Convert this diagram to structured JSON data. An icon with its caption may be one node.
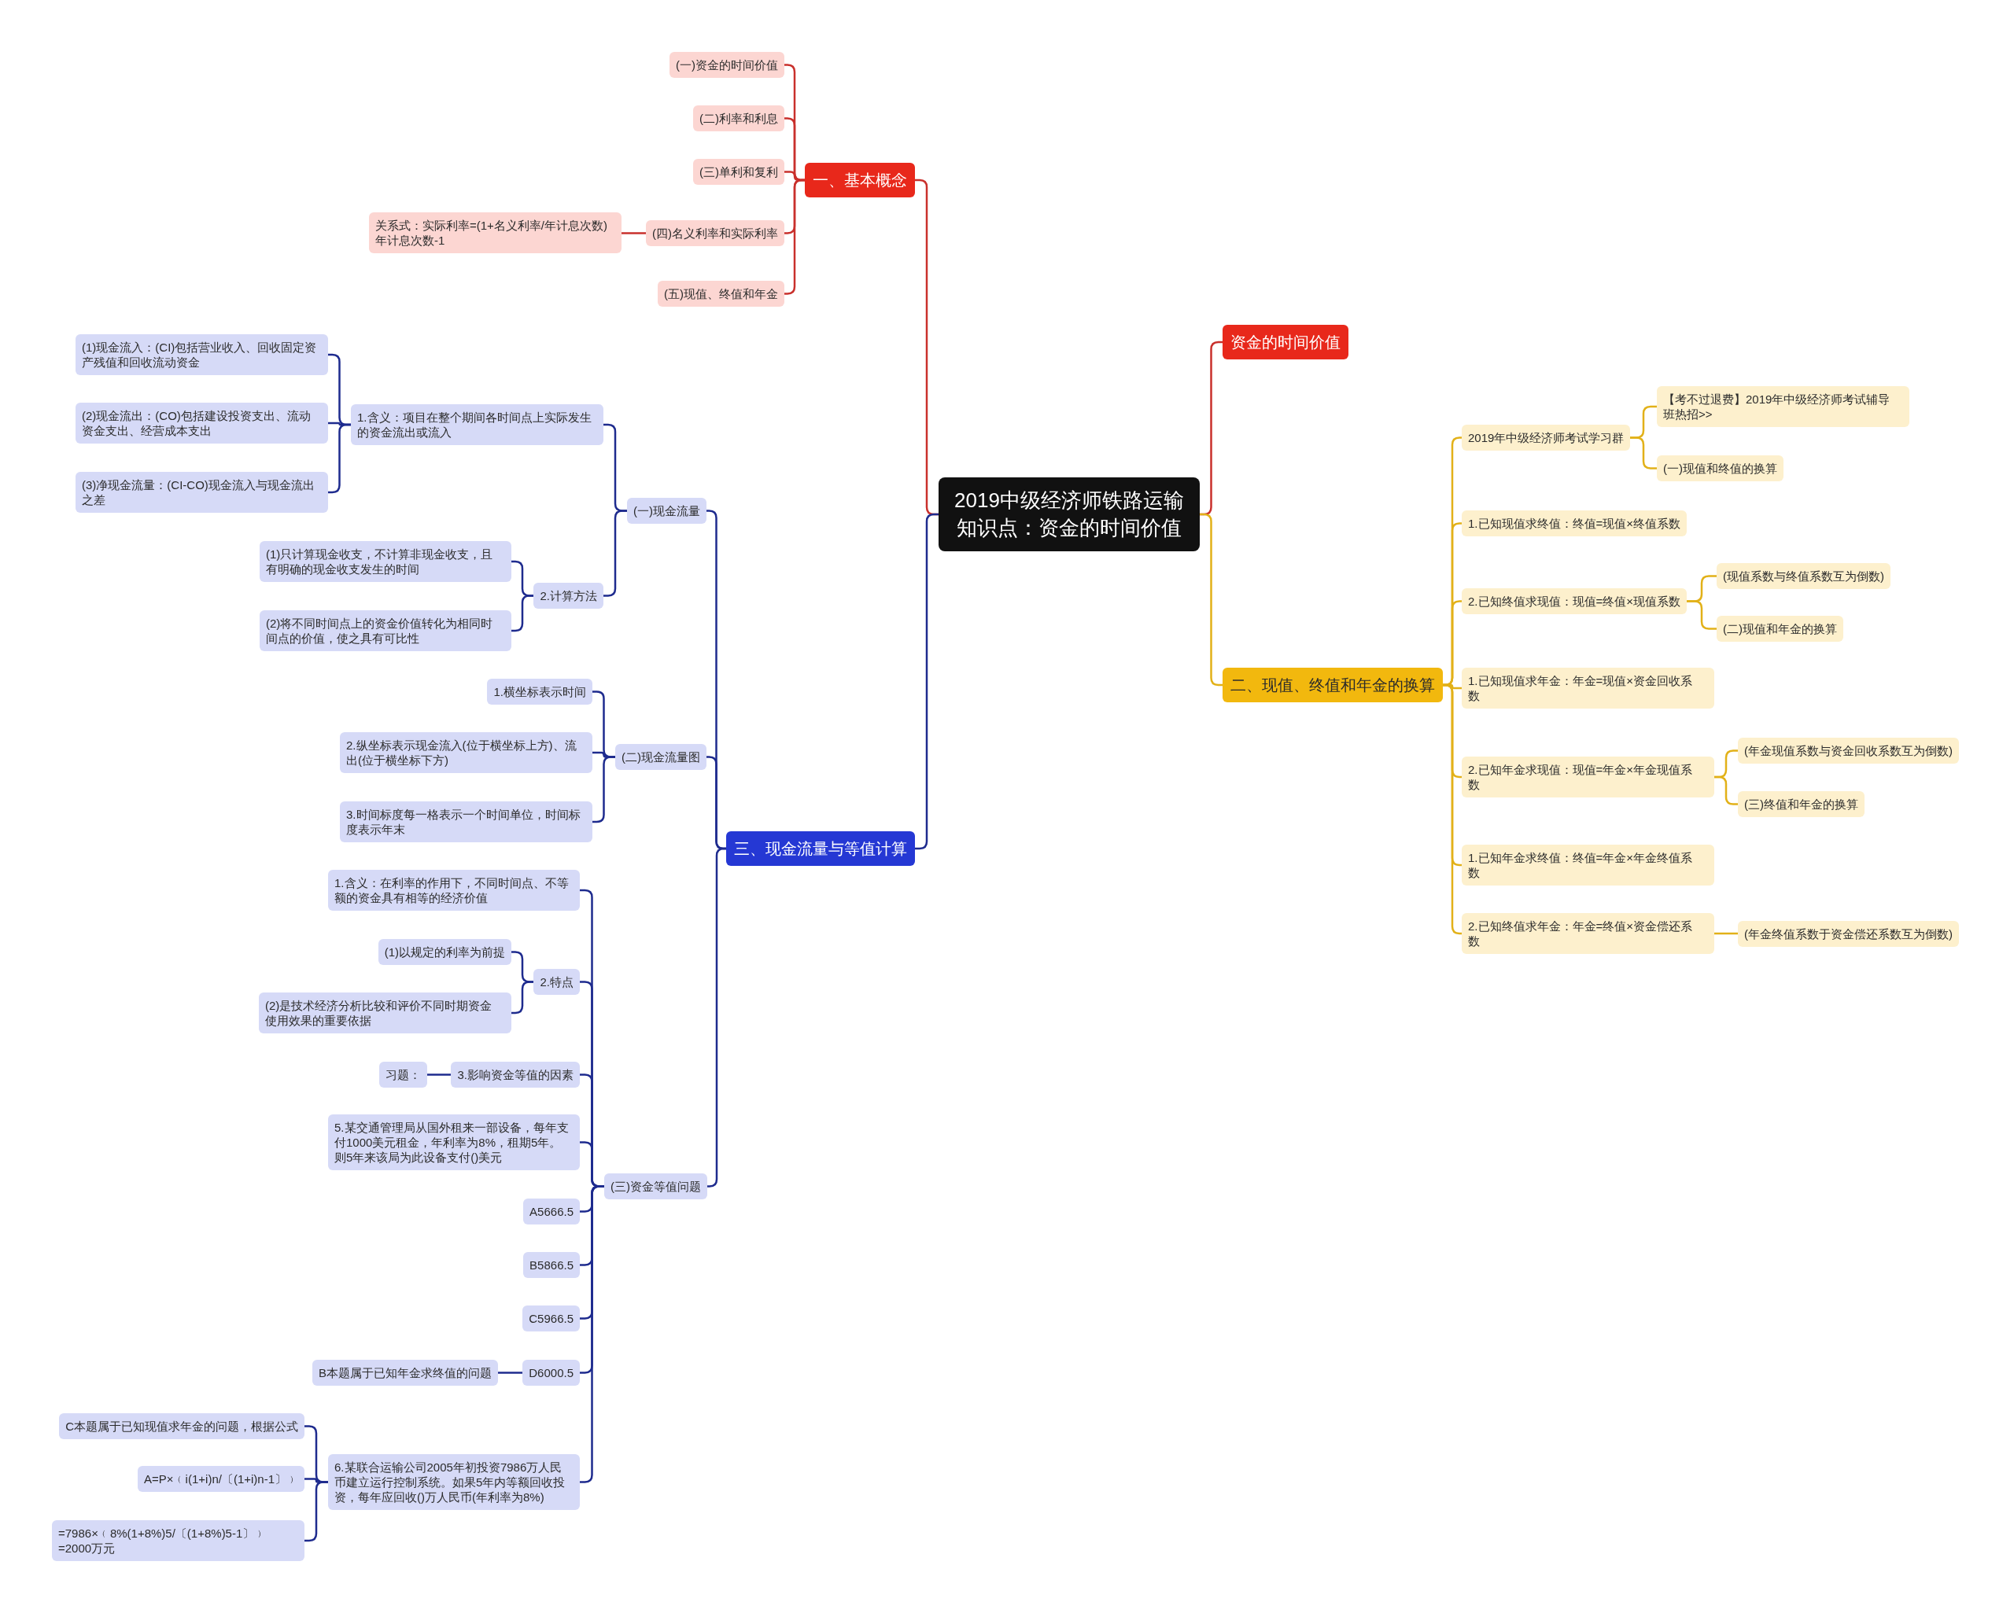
{
  "diagram": {
    "nodes": [
      {
        "text": [
          "2019中级经济师铁路运输知识点：资金的时间价值"
        ]
      },
      {
        "text": [
          "一、基本概念"
        ]
      },
      {
        "text": [
          "(一)资金的时间价值"
        ]
      },
      {
        "text": [
          "(二)利率和利息"
        ]
      },
      {
        "text": [
          "(三)单利和复利"
        ]
      },
      {
        "text": [
          "(四)名义利率和实际利率"
        ]
      },
      {
        "text": [
          "关系式：实际利率=(1+名义利率/年计息次数)年计息次数-1"
        ]
      },
      {
        "text": [
          "(五)现值、终值和年金"
        ]
      },
      {
        "text": [
          "三、现金流量与等值计算"
        ]
      },
      {
        "text": [
          "(一)现金流量"
        ]
      },
      {
        "text": [
          "1.含义：项目在整个期间各时间点上实际发生的资金流出或流入"
        ]
      },
      {
        "text": [
          "(1)现金流入：(CI)包括营业收入、回收固定资产残值和回收流动资金"
        ]
      },
      {
        "text": [
          "(2)现金流出：(CO)包括建设投资支出、流动资金支出、经营成本支出"
        ]
      },
      {
        "text": [
          "(3)净现金流量：(CI-CO)现金流入与现金流出之差"
        ]
      },
      {
        "text": [
          "2.计算方法"
        ]
      },
      {
        "text": [
          "(1)只计算现金收支，不计算非现金收支，且有明确的现金收支发生的时间"
        ]
      },
      {
        "text": [
          "(2)将不同时间点上的资金价值转化为相同时间点的价值，使之具有可比性"
        ]
      },
      {
        "text": [
          "(二)现金流量图"
        ]
      },
      {
        "text": [
          "1.横坐标表示时间"
        ]
      },
      {
        "text": [
          "2.纵坐标表示现金流入(位于横坐标上方)、流出(位于横坐标下方)"
        ]
      },
      {
        "text": [
          "3.时间标度每一格表示一个时间单位，时间标度表示年末"
        ]
      },
      {
        "text": [
          "(三)资金等值问题"
        ]
      },
      {
        "text": [
          "1.含义：在利率的作用下，不同时间点、不等额的资金具有相等的经济价值"
        ]
      },
      {
        "text": [
          "2.特点"
        ]
      },
      {
        "text": [
          "(1)以规定的利率为前提"
        ]
      },
      {
        "text": [
          "(2)是技术经济分析比较和评价不同时期资金使用效果的重要依据"
        ]
      },
      {
        "text": [
          "3.影响资金等值的因素"
        ]
      },
      {
        "text": [
          "习题："
        ]
      },
      {
        "text": [
          "5.某交通管理局从国外租来一部设备，每年支付1000美元租金，年利率为8%，租期5年。则5年来该局为此设备支付()美元"
        ]
      },
      {
        "text": [
          "A5666.5"
        ]
      },
      {
        "text": [
          "B5866.5"
        ]
      },
      {
        "text": [
          "C5966.5"
        ]
      },
      {
        "text": [
          "D6000.5"
        ]
      },
      {
        "text": [
          "B本题属于已知年金求终值的问题"
        ]
      },
      {
        "text": [
          "6.某联合运输公司2005年初投资7986万人民币建立运行控制系统。如果5年内等额回收投资，每年应回收()万人民币(年利率为8%)"
        ]
      },
      {
        "text": [
          "C本题属于已知现值求年金的问题，根据公式"
        ]
      },
      {
        "text": [
          "A=P×﹙i(1+i)n/〔(1+i)n-1〕﹚"
        ]
      },
      {
        "text": [
          "=7986×﹙8%(1+8%)5/〔(1+8%)5-1〕﹚=2000万元"
        ]
      },
      {
        "text": [
          "资金的时间价值"
        ]
      },
      {
        "text": [
          "二、现值、终值和年金的换算"
        ]
      },
      {
        "text": [
          "2019年中级经济师考试学习群"
        ]
      },
      {
        "text": [
          "【考不过退费】2019年中级经济师考试辅导班热招>>"
        ]
      },
      {
        "text": [
          "(一)现值和终值的换算"
        ]
      },
      {
        "text": [
          "1.已知现值求终值：终值=现值×终值系数"
        ]
      },
      {
        "text": [
          "2.已知终值求现值：现值=终值×现值系数"
        ]
      },
      {
        "text": [
          "(现值系数与终值系数互为倒数)"
        ]
      },
      {
        "text": [
          "(二)现值和年金的换算"
        ]
      },
      {
        "text": [
          "1.已知现值求年金：年金=现值×资金回收系数"
        ]
      },
      {
        "text": [
          "2.已知年金求现值：现值=年金×年金现值系数"
        ]
      },
      {
        "text": [
          "(年金现值系数与资金回收系数互为倒数)"
        ]
      },
      {
        "text": [
          "(三)终值和年金的换算"
        ]
      },
      {
        "text": [
          "1.已知年金求终值：终值=年金×年金终值系数"
        ]
      },
      {
        "text": [
          "2.已知终值求年金：年金=终值×资金偿还系数"
        ]
      },
      {
        "text": [
          "(年金终值系数于资金偿还系数互为倒数)"
        ]
      }
    ],
    "edges": [
      {
        "from": 0,
        "to": 1,
        "arrow": "none",
        "color": "#c9302c"
      },
      {
        "from": 1,
        "to": 2,
        "arrow": "none",
        "color": "#c9302c"
      },
      {
        "from": 1,
        "to": 3,
        "arrow": "none",
        "color": "#c9302c"
      },
      {
        "from": 1,
        "to": 4,
        "arrow": "none",
        "color": "#c9302c"
      },
      {
        "from": 1,
        "to": 5,
        "arrow": "none",
        "color": "#c9302c"
      },
      {
        "from": 5,
        "to": 6,
        "arrow": "none",
        "color": "#c9302c"
      },
      {
        "from": 1,
        "to": 7,
        "arrow": "none",
        "color": "#c9302c"
      },
      {
        "from": 0,
        "to": 8,
        "arrow": "none"
      },
      {
        "from": 8,
        "to": 9,
        "arrow": "none"
      },
      {
        "from": 9,
        "to": 10,
        "arrow": "none"
      },
      {
        "from": 10,
        "to": 11,
        "arrow": "none"
      },
      {
        "from": 10,
        "to": 12,
        "arrow": "none"
      },
      {
        "from": 10,
        "to": 13,
        "arrow": "none"
      },
      {
        "from": 9,
        "to": 14,
        "arrow": "none"
      },
      {
        "from": 14,
        "to": 15,
        "arrow": "none"
      },
      {
        "from": 14,
        "to": 16,
        "arrow": "none"
      },
      {
        "from": 8,
        "to": 17,
        "arrow": "none"
      },
      {
        "from": 17,
        "to": 18,
        "arrow": "none"
      },
      {
        "from": 17,
        "to": 19,
        "arrow": "none"
      },
      {
        "from": 17,
        "to": 20,
        "arrow": "none"
      },
      {
        "from": 8,
        "to": 21,
        "arrow": "none"
      },
      {
        "from": 21,
        "to": 22,
        "arrow": "none"
      },
      {
        "from": 21,
        "to": 23,
        "arrow": "none"
      },
      {
        "from": 23,
        "to": 24,
        "arrow": "none"
      },
      {
        "from": 23,
        "to": 25,
        "arrow": "none"
      },
      {
        "from": 21,
        "to": 26,
        "arrow": "none"
      },
      {
        "from": 26,
        "to": 27,
        "arrow": "none"
      },
      {
        "from": 21,
        "to": 28,
        "arrow": "none"
      },
      {
        "from": 21,
        "to": 29,
        "arrow": "none"
      },
      {
        "from": 21,
        "to": 30,
        "arrow": "none"
      },
      {
        "from": 21,
        "to": 31,
        "arrow": "none"
      },
      {
        "from": 21,
        "to": 32,
        "arrow": "none"
      },
      {
        "from": 32,
        "to": 33,
        "arrow": "none"
      },
      {
        "from": 21,
        "to": 34,
        "arrow": "none"
      },
      {
        "from": 34,
        "to": 35,
        "arrow": "none"
      },
      {
        "from": 34,
        "to": 36,
        "arrow": "none"
      },
      {
        "from": 34,
        "to": 37,
        "arrow": "none"
      },
      {
        "from": 0,
        "to": 38,
        "arrow": "none",
        "color": "#c9302c"
      },
      {
        "from": 0,
        "to": 39,
        "arrow": "none",
        "color": "#e2b118"
      },
      {
        "from": 39,
        "to": 40,
        "arrow": "none",
        "color": "#e2b118"
      },
      {
        "from": 40,
        "to": 41,
        "arrow": "none",
        "color": "#e2b118"
      },
      {
        "from": 40,
        "to": 42,
        "arrow": "none",
        "color": "#e2b118"
      },
      {
        "from": 39,
        "to": 43,
        "arrow": "none",
        "color": "#e2b118"
      },
      {
        "from": 39,
        "to": 44,
        "arrow": "none",
        "color": "#e2b118"
      },
      {
        "from": 44,
        "to": 45,
        "arrow": "none",
        "color": "#e2b118"
      },
      {
        "from": 44,
        "to": 46,
        "arrow": "none",
        "color": "#e2b118"
      },
      {
        "from": 39,
        "to": 47,
        "arrow": "none",
        "color": "#e2b118"
      },
      {
        "from": 39,
        "to": 48,
        "arrow": "none",
        "color": "#e2b118"
      },
      {
        "from": 48,
        "to": 49,
        "arrow": "none",
        "color": "#e2b118"
      },
      {
        "from": 48,
        "to": 50,
        "arrow": "none",
        "color": "#e2b118"
      },
      {
        "from": 39,
        "to": 51,
        "arrow": "none",
        "color": "#e2b118"
      },
      {
        "from": 39,
        "to": 52,
        "arrow": "none",
        "color": "#e2b118"
      },
      {
        "from": 52,
        "to": 53,
        "arrow": "none",
        "color": "#e2b118"
      }
    ]
  }
}
